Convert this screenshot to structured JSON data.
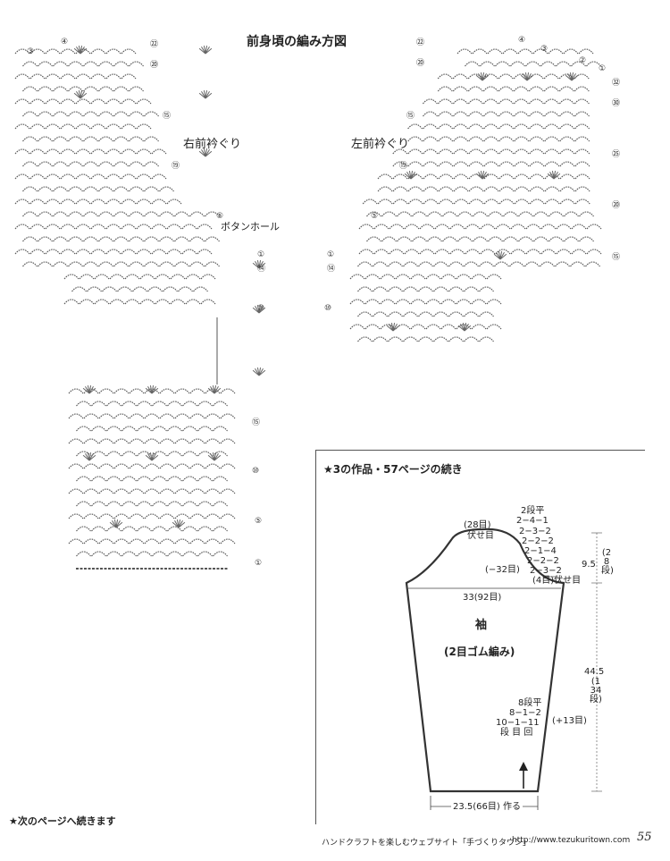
{
  "page": {
    "title": "前身頃の編み方図",
    "right_neck_label": "右前衿ぐり",
    "left_neck_label": "左前衿ぐり",
    "buttonhole_label": "ボタンホール",
    "continue_note": "★次のページへ続きます",
    "footer_site": "ハンドクラフトを楽しむウェブサイト「手づくりタウン」",
    "footer_url": "http://www.tezukuritown.com",
    "page_number": "55"
  },
  "chart_markers": {
    "right_top_left": [
      "④",
      "③"
    ],
    "right_top": "㉒",
    "right_side": [
      "⑳",
      "⑮",
      "⑲",
      "⑤",
      "①",
      "⑭",
      "⑩"
    ],
    "left_top": [
      "㉒",
      "⑳",
      "④",
      "③",
      "②",
      "①"
    ],
    "left_side": [
      "㉜",
      "㉚",
      "㉕",
      "⑳",
      "⑮"
    ],
    "left_outer": [
      "⑮",
      "⑲",
      "⑤",
      "①",
      "⑭",
      "⑩"
    ],
    "lower_side": [
      "⑮",
      "⑩",
      "⑤",
      "①"
    ]
  },
  "sleeve_box": {
    "title": "★3の作品・57ページの続き",
    "name": "袖",
    "stitch": "(2目ゴム編み)",
    "top_count": "(28目)",
    "top_bindoff": "伏せ目",
    "cap_rows": [
      "2段平",
      "2−4−1",
      "2−3−2",
      "2−2−2",
      "2−1−4",
      "2−2−2",
      "2−3−2"
    ],
    "cap_bindoff": "(4目)伏せ目",
    "cap_decrease": "(−32目)",
    "cap_height": "9.5",
    "cap_rows_count": "(28段)",
    "width": "33(92目)",
    "length": "44.5",
    "length_rows": "(134段)",
    "inc_rows": [
      "8段平",
      "8−1−2",
      "10−1−11",
      "段 目 回"
    ],
    "inc_count": "(+13目)",
    "bottom": "23.5(66目) 作る"
  }
}
